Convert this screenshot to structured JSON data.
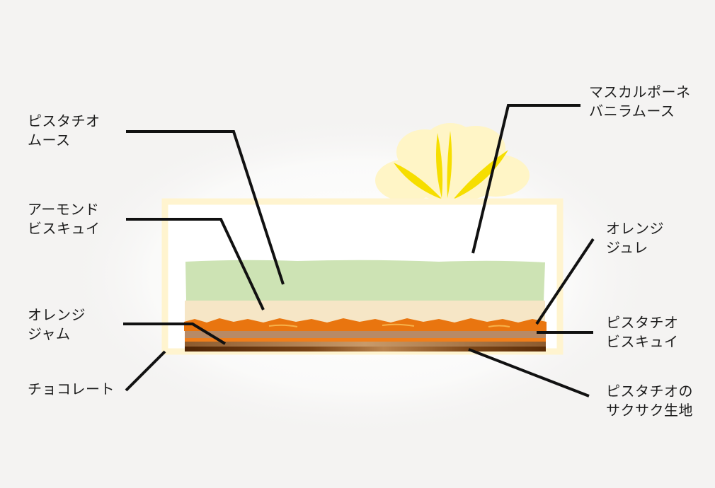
{
  "colors": {
    "background": "#f4f3f2",
    "mascarpone_mousse": "#ffffff",
    "pistachio_mousse": "#cde3b4",
    "almond_biscuit": "#f6e6c6",
    "orange_jam": "#e9750f",
    "pistachio_biscuit": "#b78a66",
    "orange_jelly": "#f07e1a",
    "chocolate": "#6d3a12",
    "sable": "#9c6a3c",
    "flower": "#fff6c4",
    "flower_accent": "#f7e100",
    "leader_line": "#111111"
  },
  "layers": [
    {
      "id": "pistachio-mousse",
      "lines": [
        "ピスタチオ",
        "ムース"
      ]
    },
    {
      "id": "almond-biscuit",
      "lines": [
        "アーモンド",
        "ビスキュイ"
      ]
    },
    {
      "id": "orange-jam",
      "lines": [
        "オレンジ",
        "ジャム"
      ]
    },
    {
      "id": "chocolate",
      "lines": [
        "チョコレート"
      ]
    },
    {
      "id": "mascarpone-vanilla-mousse",
      "lines": [
        "マスカルポーネ",
        "バニラムース"
      ]
    },
    {
      "id": "orange-jelly",
      "lines": [
        "オレンジ",
        "ジュレ"
      ]
    },
    {
      "id": "pistachio-biscuit",
      "lines": [
        "ピスタチオ",
        "ビスキュイ"
      ]
    },
    {
      "id": "pistachio-sable",
      "lines": [
        "ピスタチオの",
        "サクサク生地"
      ]
    }
  ]
}
